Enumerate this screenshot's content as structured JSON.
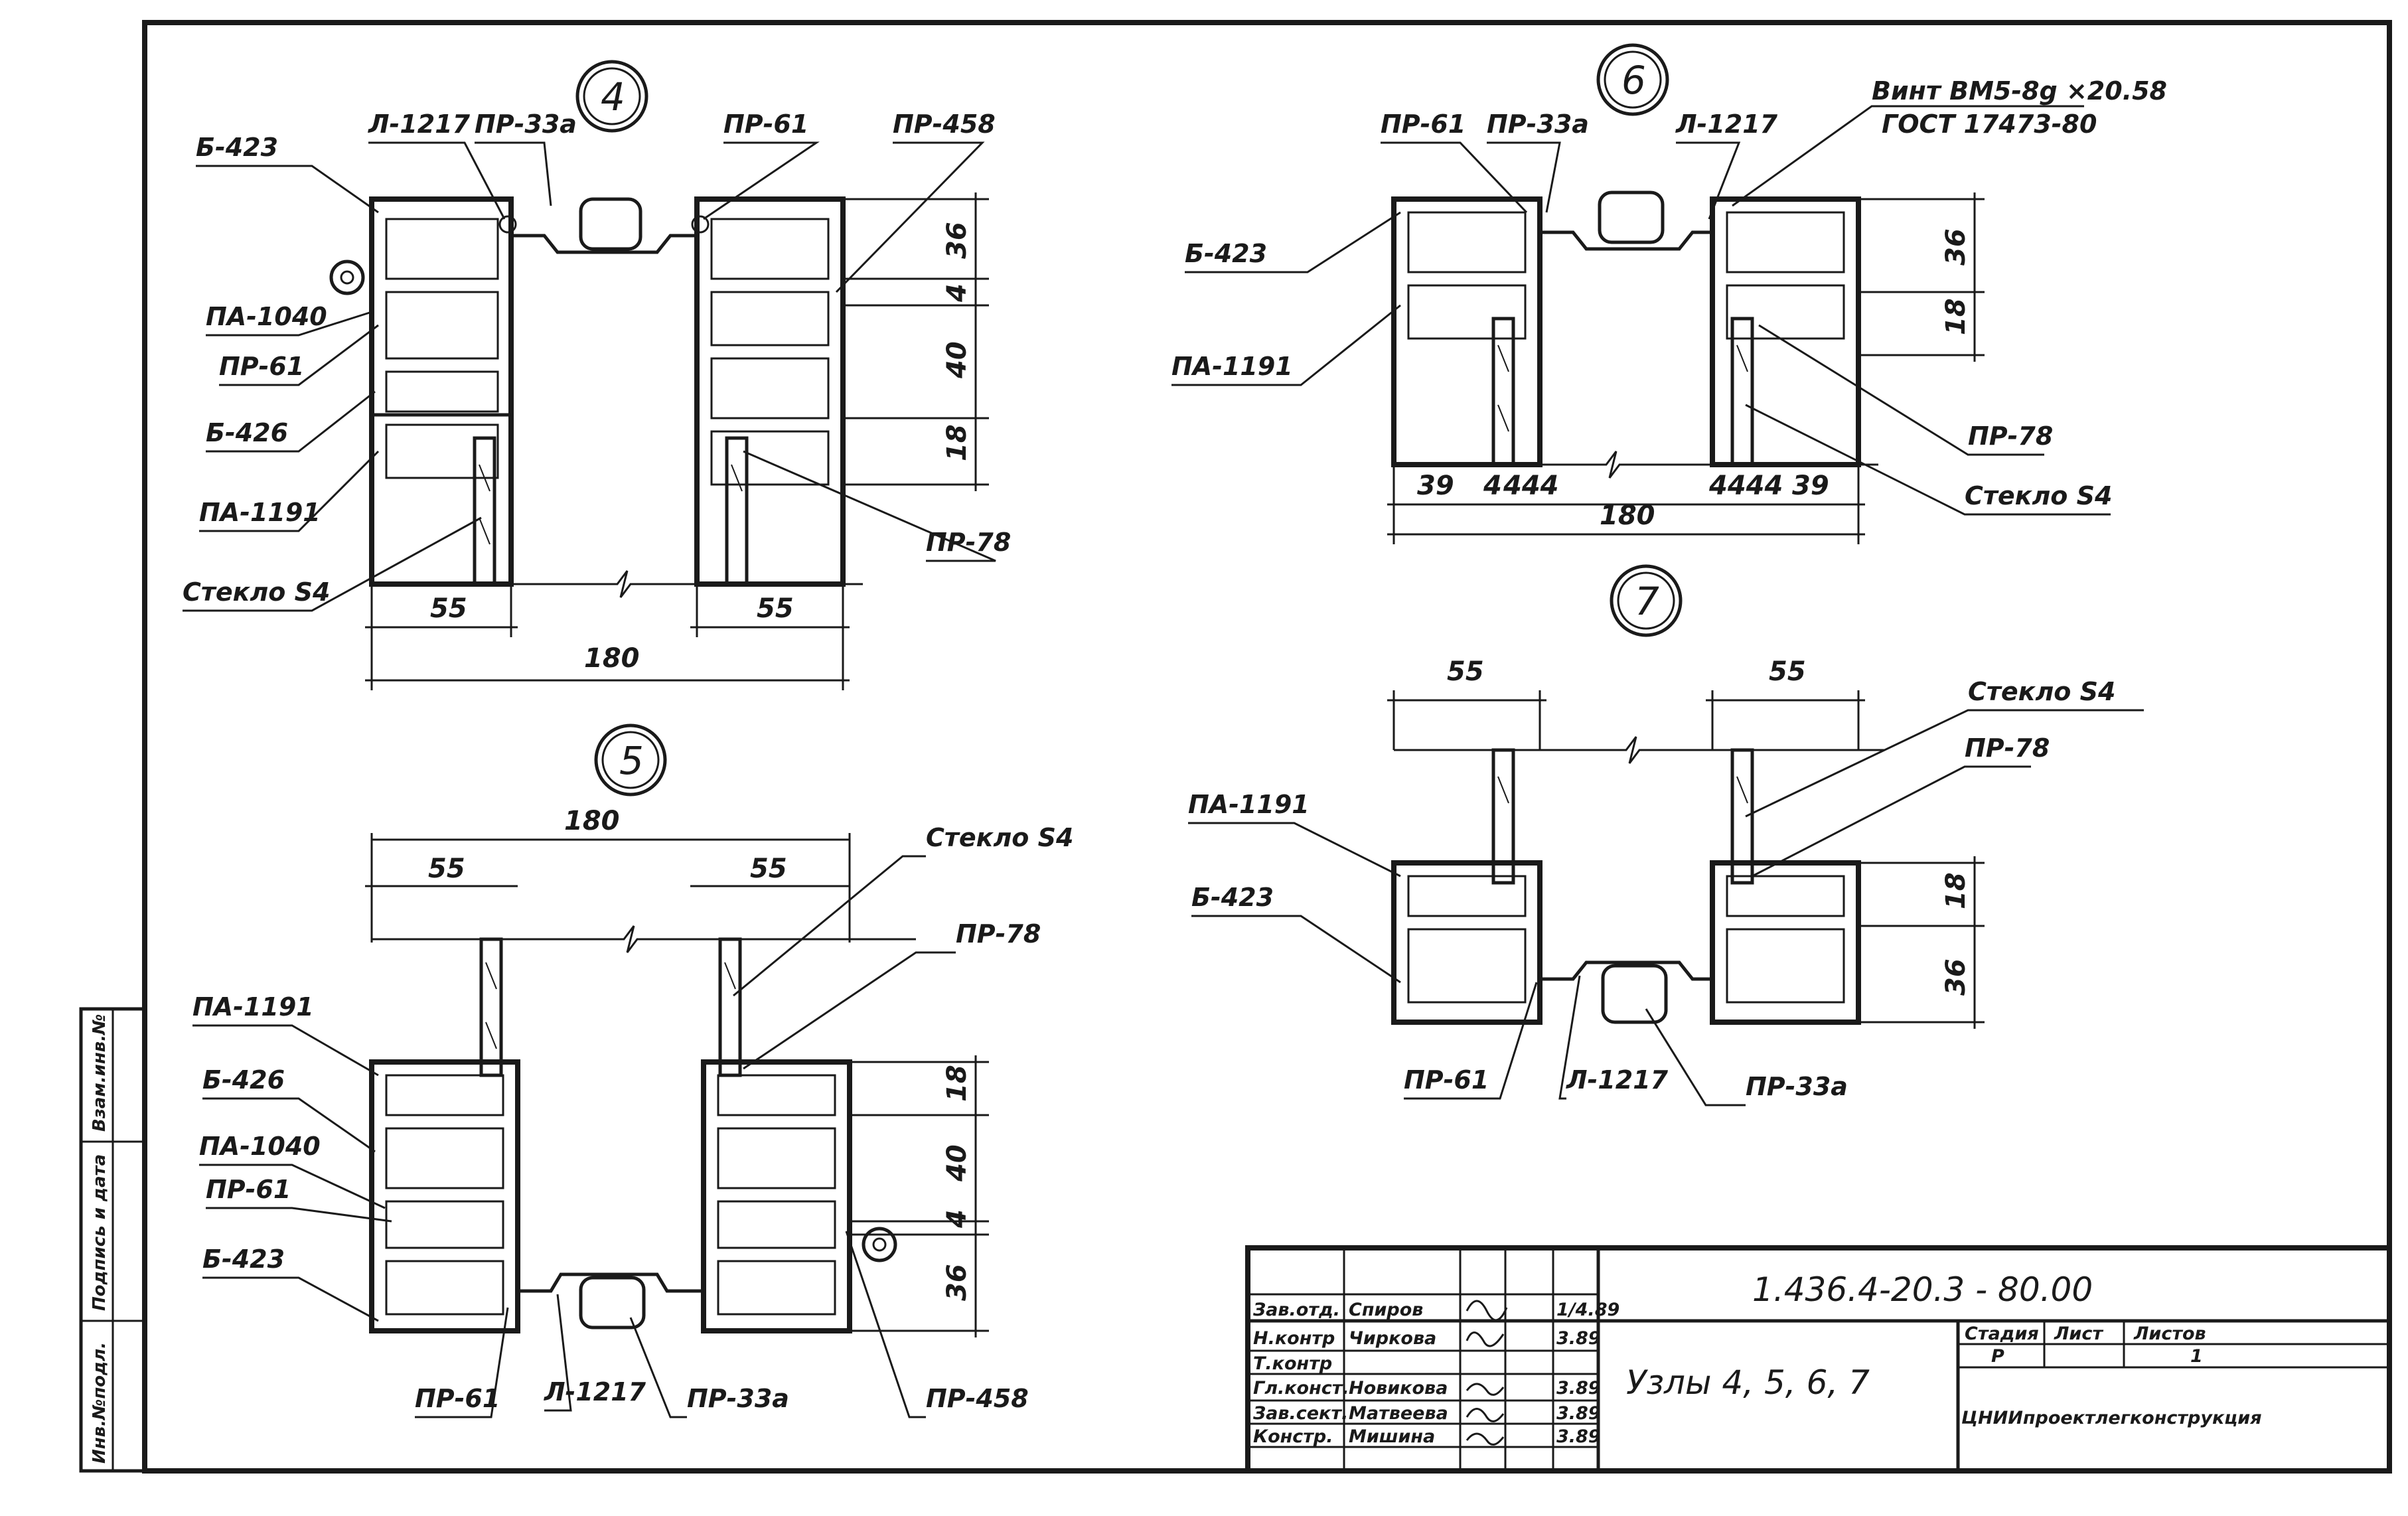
{
  "node4": {
    "number": "4",
    "labels": {
      "b423": "Б-423",
      "l1217": "Л-1217",
      "pr33a": "ПР-33а",
      "pr61a": "ПР-61",
      "pr458": "ПР-458",
      "pa1040": "ПА-1040",
      "pr61b": "ПР-61",
      "b426": "Б-426",
      "pa1191": "ПА-1191",
      "glass": "Стекло S4",
      "pr78": "ПР-78"
    },
    "dims": {
      "d36": "36",
      "d40": "40",
      "d4": "4",
      "d18": "18",
      "d55a": "55",
      "d55b": "55",
      "d180": "180"
    }
  },
  "node5": {
    "number": "5",
    "labels": {
      "glass": "Стекло S4",
      "pr78": "ПР-78",
      "pa1191": "ПА-1191",
      "b426": "Б-426",
      "pa1040": "ПА-1040",
      "pr61a": "ПР-61",
      "b423": "Б-423",
      "pr61b": "ПР-61",
      "l1217": "Л-1217",
      "pr33a": "ПР-33а",
      "pr458": "ПР-458"
    },
    "dims": {
      "d180": "180",
      "d55a": "55",
      "d55b": "55",
      "d18": "18",
      "d40": "40",
      "d4": "4",
      "d36": "36"
    }
  },
  "node6": {
    "number": "6",
    "labels": {
      "pr61": "ПР-61",
      "pr33a": "ПР-33а",
      "l1217": "Л-1217",
      "screw1": "Винт ВМ5-8g ×20.58",
      "screw2": "ГОСТ 17473-80",
      "b423": "Б-423",
      "pa1191": "ПА-1191",
      "pr78": "ПР-78",
      "glass": "Стекло S4"
    },
    "dims": {
      "d36": "36",
      "d18": "18",
      "d39a": "39",
      "d4a": "4",
      "d444a": "444",
      "d180": "180",
      "d444b": "4444",
      "d39b": "39"
    }
  },
  "node7": {
    "number": "7",
    "labels": {
      "glass": "Стекло S4",
      "pr78": "ПР-78",
      "pa1191": "ПА-1191",
      "b423": "Б-423",
      "pr61": "ПР-61",
      "l1217": "Л-1217",
      "pr33a": "ПР-33а"
    },
    "dims": {
      "d55a": "55",
      "d55b": "55",
      "d18": "18",
      "d36": "36"
    }
  },
  "titleBlock": {
    "code": "1.436.4-20.3 - 80.00",
    "title": "Узлы   4, 5, 6, 7",
    "stageHead": "Стадия",
    "sheetHead": "Лист",
    "sheetsHead": "Листов",
    "stage": "Р",
    "sheet": "",
    "sheets": "1",
    "org": "ЦНИИпроектлегконструкция",
    "rows": [
      {
        "role": "Зав.отд.",
        "name": "Спиров",
        "date": "1/4.89"
      },
      {
        "role": "Н.контр",
        "name": "Чиркова",
        "date": "3.89"
      },
      {
        "role": "Т.контр",
        "name": "",
        "date": ""
      },
      {
        "role": "Гл.конст.",
        "name": "Новикова",
        "date": "3.89"
      },
      {
        "role": "Зав.сект.",
        "name": "Матвеева",
        "date": "3.89"
      },
      {
        "role": "Констр.",
        "name": "Мишина",
        "date": "3.89"
      }
    ]
  },
  "sideStamp": {
    "c1": "Инв.№подл.",
    "c2": "Подпись и дата",
    "c3": "Взам.инв.№"
  }
}
